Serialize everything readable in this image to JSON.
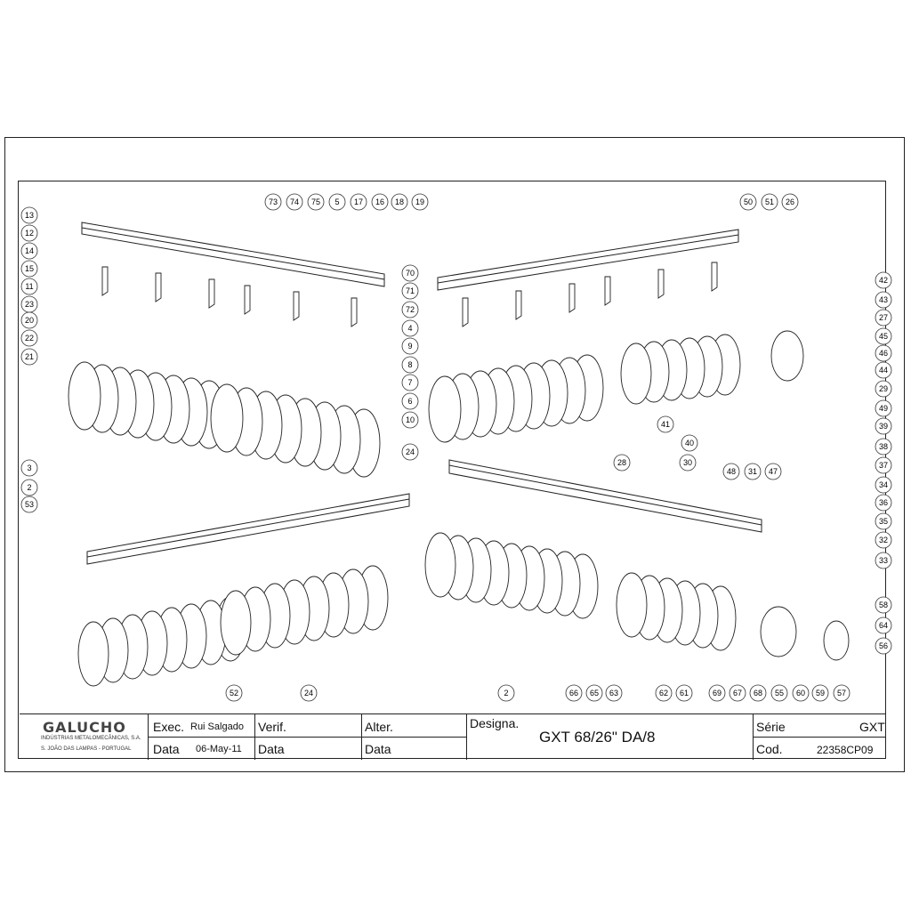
{
  "drawing": {
    "callouts": [
      "73",
      "74",
      "75",
      "5",
      "17",
      "16",
      "18",
      "19",
      "13",
      "12",
      "14",
      "15",
      "11",
      "23",
      "20",
      "22",
      "21",
      "70",
      "71",
      "72",
      "4",
      "9",
      "8",
      "7",
      "6",
      "10",
      "3",
      "2",
      "50",
      "51",
      "26",
      "42",
      "43",
      "27",
      "45",
      "46",
      "44",
      "29",
      "49",
      "39",
      "38",
      "37",
      "34",
      "36",
      "35",
      "32",
      "33",
      "24",
      "28",
      "41",
      "40",
      "30",
      "48",
      "31",
      "47",
      "53",
      "52",
      "24",
      "2",
      "66",
      "65",
      "63",
      "62",
      "61",
      "69",
      "67",
      "68",
      "55",
      "60",
      "59",
      "57",
      "58",
      "64",
      "56"
    ]
  },
  "title_block": {
    "company": {
      "name": "GALUCHO",
      "line1": "INDÚSTRIAS METALOMECÂNICAS, S.A.",
      "line2": "S. JOÃO DAS LAMPAS - PORTUGAL"
    },
    "exec_label": "Exec.",
    "exec_value": "Rui Salgado",
    "data_label": "Data",
    "data_value": "06-May-11",
    "verif_label": "Verif.",
    "verif_data_label": "Data",
    "alter_label": "Alter.",
    "alter_data_label": "Data",
    "designa_label": "Designa.",
    "designa_value": "GXT 68/26\" DA/8",
    "serie_label": "Série",
    "serie_value": "GXT",
    "cod_label": "Cod.",
    "cod_value": "22358CP09"
  }
}
